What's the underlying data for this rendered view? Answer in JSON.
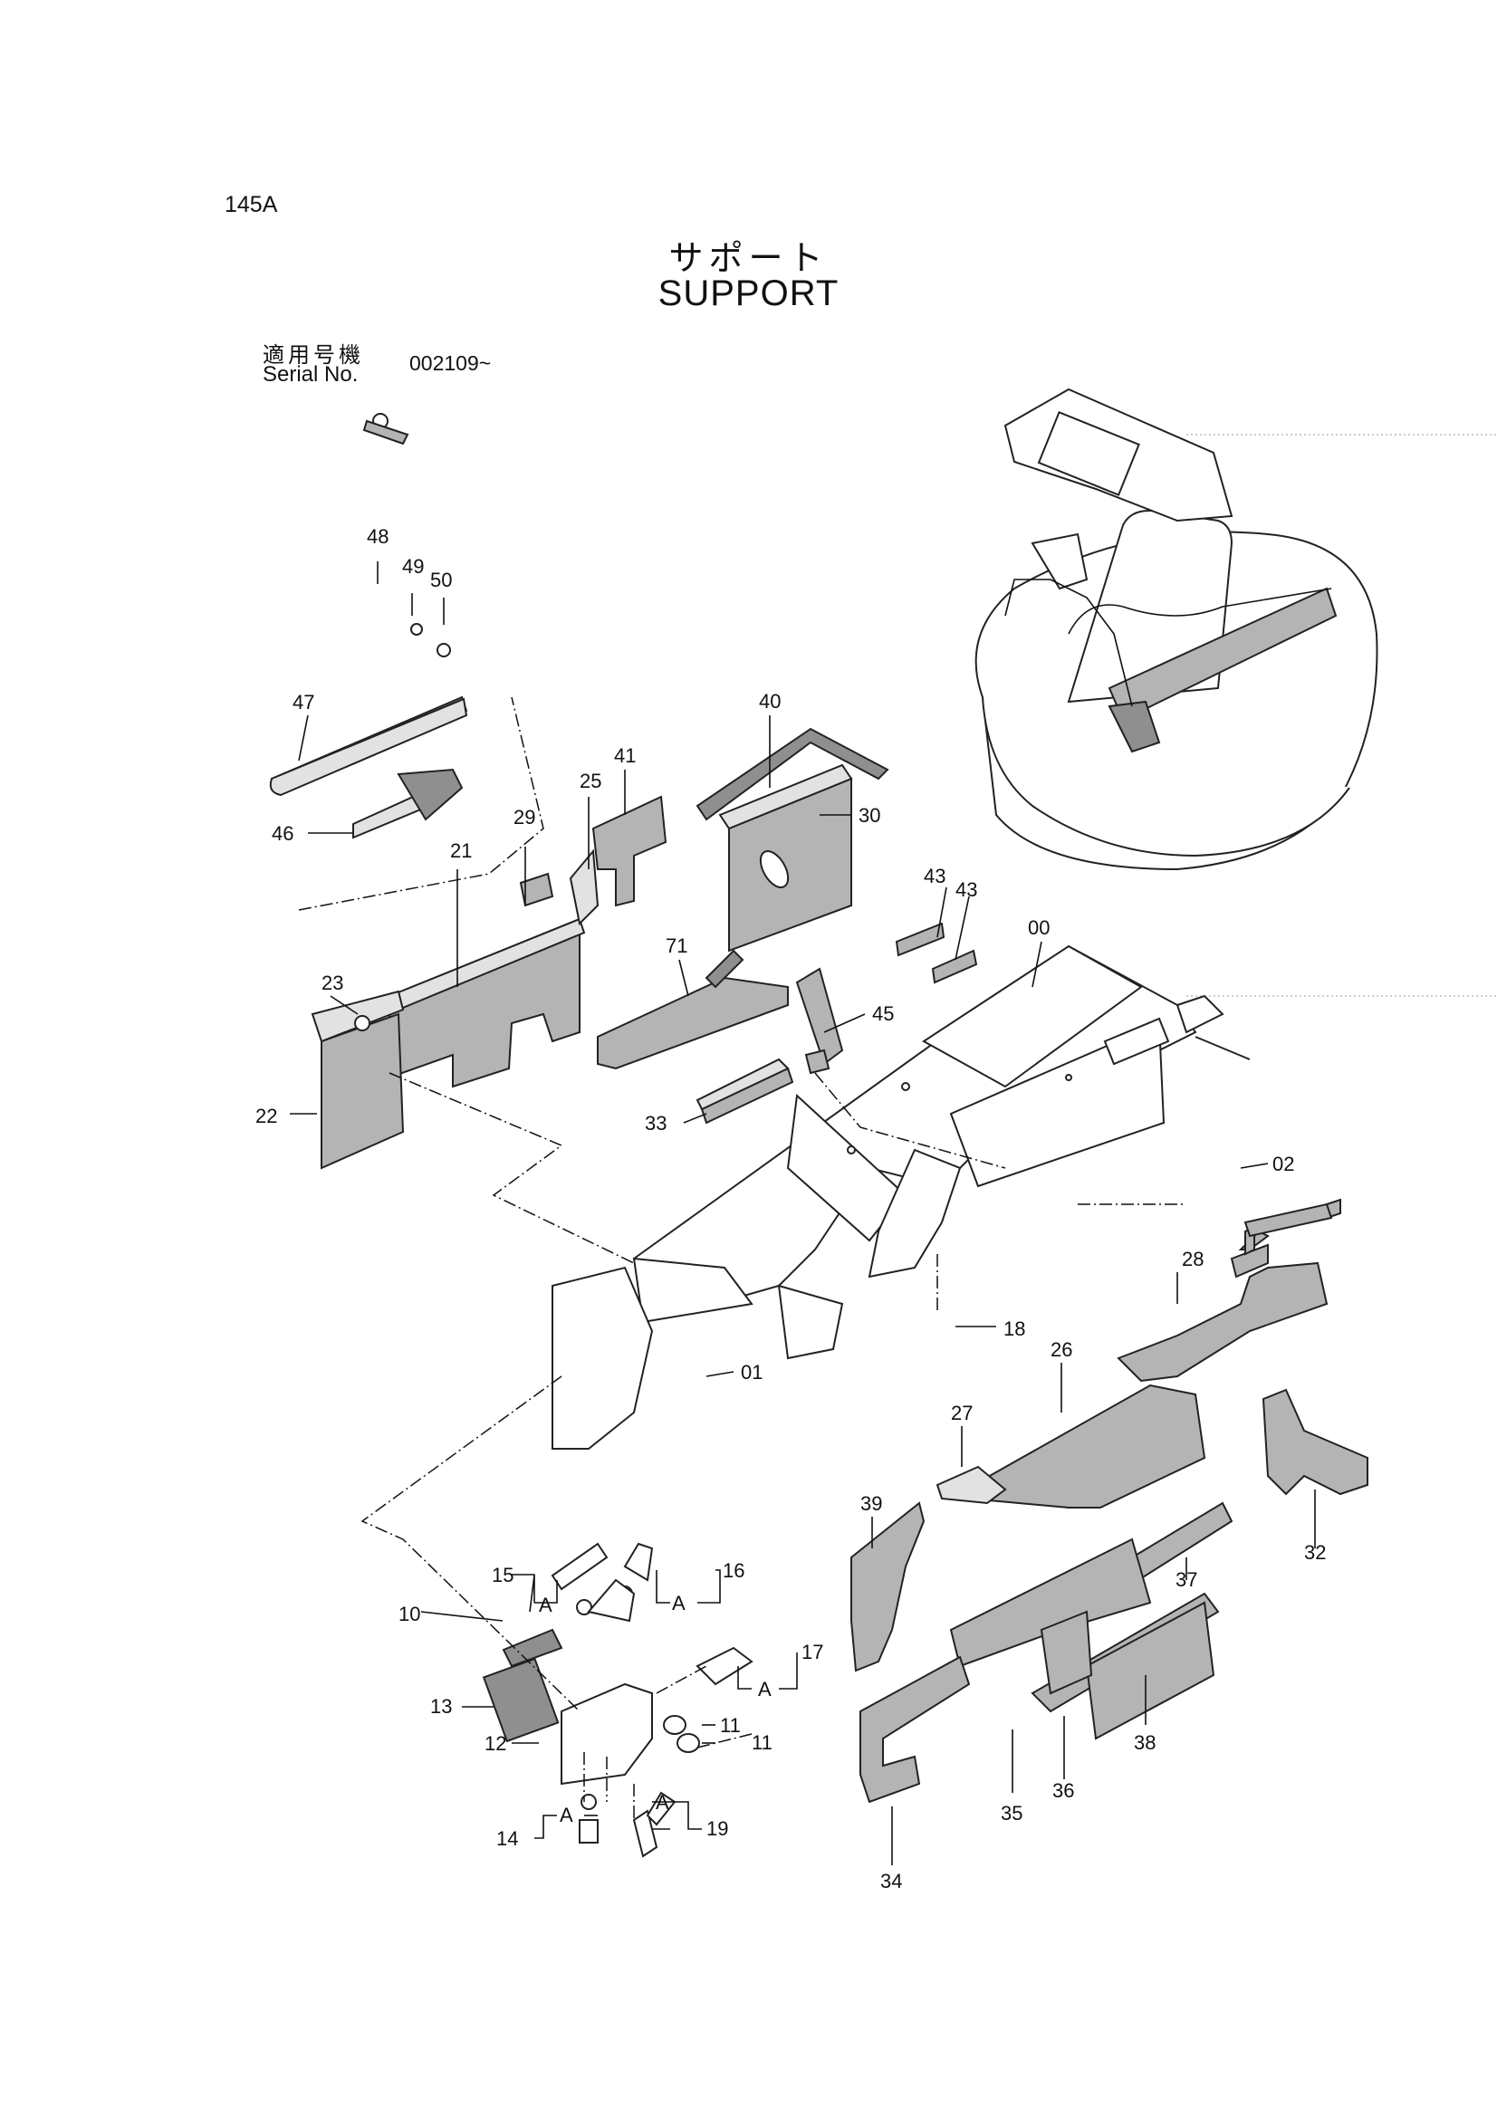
{
  "page": {
    "code": "145A",
    "title_jp": "サポート",
    "title_en": "SUPPORT",
    "serial_label_jp": "適用号機",
    "serial_label_en": "Serial No.",
    "serial_value": "002109~"
  },
  "callouts": {
    "c00": "00",
    "c01": "01",
    "c02": "02",
    "c10": "10",
    "c11a": "11",
    "c11b": "11",
    "c12": "12",
    "c13": "13",
    "c14": "14",
    "c15": "15",
    "c16": "16",
    "c17": "17",
    "c18": "18",
    "c19": "19",
    "c21": "21",
    "c22": "22",
    "c23": "23",
    "c25": "25",
    "c26": "26",
    "c27": "27",
    "c28": "28",
    "c29": "29",
    "c30": "30",
    "c32": "32",
    "c33": "33",
    "c34": "34",
    "c35": "35",
    "c36": "36",
    "c37": "37",
    "c38": "38",
    "c39": "39",
    "c40": "40",
    "c41": "41",
    "c43a": "43",
    "c43b": "43",
    "c45": "45",
    "c46": "46",
    "c47": "47",
    "c48": "48",
    "c49": "49",
    "c50": "50",
    "c71": "71",
    "a15": "A",
    "a16": "A",
    "a17": "A",
    "a14": "A",
    "a19": "A"
  }
}
